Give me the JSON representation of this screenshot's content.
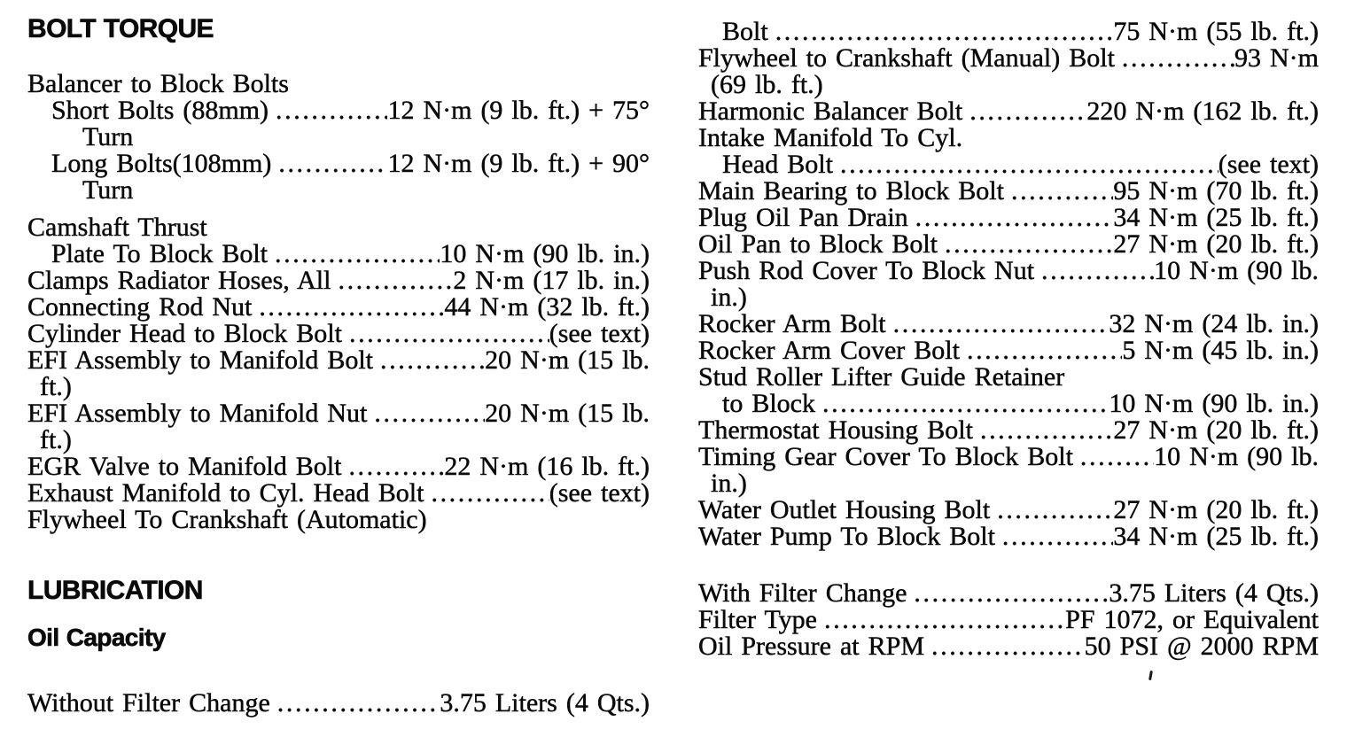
{
  "document": {
    "background": "#ffffff",
    "ink": "#0a0a0a"
  },
  "left_column": {
    "blocks": [
      {
        "kind": "heading",
        "text": "BOLT TORQUE"
      },
      {
        "kind": "line",
        "label": "Balancer to Block Bolts",
        "gap": 32
      },
      {
        "kind": "line",
        "indent": "sub",
        "label": "Short Bolts (88mm)",
        "value": "12 N·m (9 lb. ft.) + 75°"
      },
      {
        "kind": "line",
        "indent": "turn",
        "label": "Turn"
      },
      {
        "kind": "line",
        "indent": "sub",
        "label": "Long Bolts(108mm)",
        "value": "12 N·m (9 lb. ft.) + 90°"
      },
      {
        "kind": "line",
        "indent": "turn",
        "label": "Turn"
      },
      {
        "kind": "line",
        "label": "Camshaft Thrust",
        "gap": 12
      },
      {
        "kind": "line",
        "indent": "sub",
        "label": "Plate To Block Bolt",
        "value": "10 N·m (90 lb. in.)"
      },
      {
        "kind": "line",
        "label": "Clamps Radiator Hoses, All",
        "value": "2 N·m (17 lb. in.)"
      },
      {
        "kind": "line",
        "label": "Connecting Rod Nut",
        "value": "44 N·m (32 lb. ft.)"
      },
      {
        "kind": "line",
        "label": "Cylinder Head to Block Bolt",
        "value": "(see text)"
      },
      {
        "kind": "line",
        "label": "EFI Assembly to Manifold Bolt",
        "value": "20 N·m (15 lb."
      },
      {
        "kind": "line",
        "indent": "cont",
        "label": "ft.)"
      },
      {
        "kind": "line",
        "label": "EFI Assembly to Manifold Nut",
        "value": "20 N·m (15 lb."
      },
      {
        "kind": "line",
        "indent": "cont",
        "label": "ft.)"
      },
      {
        "kind": "line",
        "label": "EGR Valve to Manifold Bolt",
        "value": "22 N·m (16 lb. ft.)"
      },
      {
        "kind": "line",
        "label": "Exhaust Manifold to Cyl. Head Bolt",
        "value": "(see text)"
      },
      {
        "kind": "line",
        "label": "Flywheel To Crankshaft (Automatic)"
      },
      {
        "kind": "heading",
        "text": "LUBRICATION",
        "gap": 50
      },
      {
        "kind": "subheading",
        "text": "Oil Capacity",
        "gap": 23
      },
      {
        "kind": "line",
        "label": "Without Filter Change",
        "value": "3.75 Liters (4 Qts.)",
        "gap": 44
      }
    ]
  },
  "right_column": {
    "blocks": [
      {
        "kind": "line",
        "indent": "sub",
        "label": "Bolt",
        "value": "75 N·m (55 lb. ft.)"
      },
      {
        "kind": "line",
        "label": "Flywheel to Crankshaft (Manual) Bolt",
        "value": "93 N·m"
      },
      {
        "kind": "line",
        "indent": "cont",
        "label": "(69 lb. ft.)"
      },
      {
        "kind": "line",
        "label": "Harmonic Balancer Bolt",
        "value": "220 N·m (162 lb. ft.)"
      },
      {
        "kind": "line",
        "label": "Intake Manifold To Cyl."
      },
      {
        "kind": "line",
        "indent": "sub",
        "label": "Head Bolt",
        "value": "(see text)"
      },
      {
        "kind": "line",
        "label": "Main Bearing to Block Bolt",
        "value": "95 N·m (70 lb. ft.)"
      },
      {
        "kind": "line",
        "label": "Plug Oil Pan Drain",
        "value": "34 N·m (25 lb. ft.)"
      },
      {
        "kind": "line",
        "label": "Oil Pan to Block Bolt",
        "value": "27 N·m (20 lb. ft.)"
      },
      {
        "kind": "line",
        "label": "Push Rod Cover To Block Nut",
        "value": "10 N·m (90 lb."
      },
      {
        "kind": "line",
        "indent": "cont",
        "label": "in.)"
      },
      {
        "kind": "line",
        "label": "Rocker Arm Bolt",
        "value": "32 N·m (24 lb. in.)"
      },
      {
        "kind": "line",
        "label": "Rocker Arm Cover Bolt",
        "value": "5 N·m (45 lb. in.)"
      },
      {
        "kind": "line",
        "label": "Stud Roller Lifter Guide Retainer"
      },
      {
        "kind": "line",
        "indent": "sub",
        "label": "to Block",
        "value": "10 N·m (90 lb. in.)"
      },
      {
        "kind": "line",
        "label": "Thermostat Housing Bolt",
        "value": "27 N·m (20 lb. ft.)"
      },
      {
        "kind": "line",
        "label": "Timing Gear Cover To Block Bolt",
        "value": "10 N·m (90 lb."
      },
      {
        "kind": "line",
        "indent": "cont",
        "label": "in.)"
      },
      {
        "kind": "line",
        "label": "Water Outlet Housing Bolt",
        "value": "27 N·m (20 lb. ft.)"
      },
      {
        "kind": "line",
        "label": "Water Pump To Block Bolt",
        "value": "34 N·m (25 lb. ft.)"
      },
      {
        "kind": "line",
        "label": "With Filter Change",
        "value": "3.75 Liters (4 Qts.)",
        "gap": 34
      },
      {
        "kind": "line",
        "label": "Filter Type",
        "value": "PF 1072, or Equivalent"
      },
      {
        "kind": "line",
        "label": "Oil Pressure at RPM",
        "value": "50 PSI @ 2000 RPM"
      }
    ]
  }
}
